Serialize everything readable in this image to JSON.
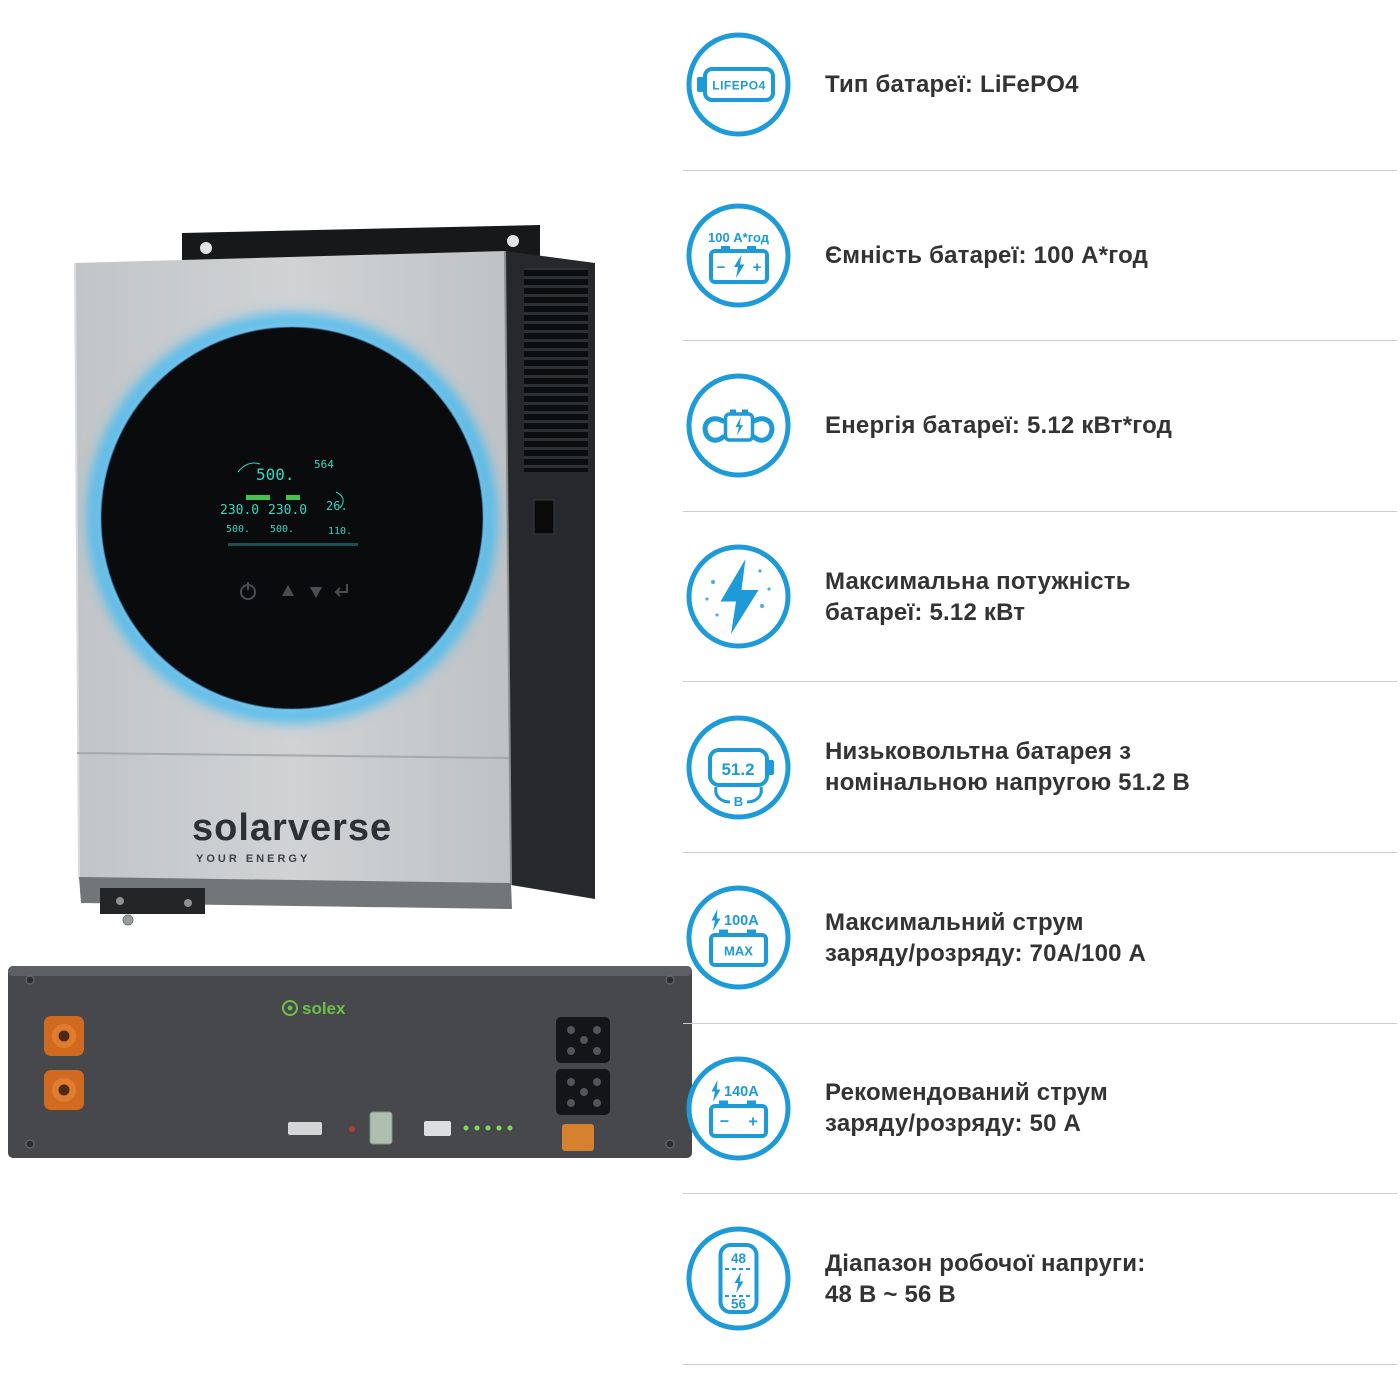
{
  "product": {
    "inverter": {
      "brand": "solarverse",
      "tagline": "YOUR ENERGY",
      "display": {
        "pv_power": "500.",
        "pv_voltage": "564",
        "v_in": "230.0",
        "v_out": "230.0",
        "temp": "26.",
        "p_in": "500.",
        "p_out": "500.",
        "r1": "110."
      }
    },
    "battery": {
      "brand": "solex"
    }
  },
  "specs": {
    "items": [
      {
        "icon": "lifepo4-battery-icon",
        "text": "Тип батареї: LiFePO4"
      },
      {
        "icon": "battery-capacity-icon",
        "text": "Ємність батареї: 100 А*год"
      },
      {
        "icon": "battery-energy-icon",
        "text": "Енергія батареї: 5.12 кВт*год"
      },
      {
        "icon": "lightning-bolt-icon",
        "text": "Максимальна потужність\nбатареї: 5.12 кВт"
      },
      {
        "icon": "battery-voltage-icon",
        "text": "Низьковольтна батарея з\nномінальною напругою 51.2 В"
      },
      {
        "icon": "battery-max-current-icon",
        "text": "Максимальний струм\nзаряду/розряду: 70А/100 А"
      },
      {
        "icon": "battery-recommended-current-icon",
        "text": "Рекомендований струм\nзаряду/розряду: 50 А"
      },
      {
        "icon": "battery-voltage-range-icon",
        "text": "Діапазон робочої напруги:\n48 В ~ 56 В"
      }
    ],
    "icon_labels": {
      "lifepo4": "LIFEPO4",
      "capacity": "100 А*год",
      "minus": "−",
      "plus": "+",
      "max_current": "100A",
      "max_label": "MAX",
      "rec_current": "140A",
      "voltage_value": "51.2",
      "voltage_unit": "В",
      "range_top": "48",
      "range_bottom": "56"
    }
  },
  "colors": {
    "accent_blue": "#1d9ad8",
    "text_dark": "#333333",
    "separator": "#cccccc",
    "ring_blue": "#35b9f7",
    "battery_brand_green": "#6cc04a",
    "terminal_orange": "#d96a1f"
  }
}
